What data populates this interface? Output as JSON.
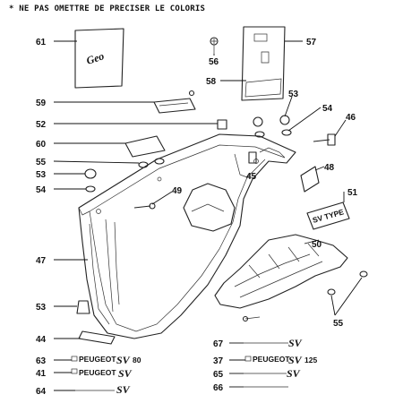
{
  "header": {
    "note": "* NE PAS OMETTRE DE PRECISER LE COLORIS"
  },
  "callouts": {
    "c61": "61",
    "c56": "56",
    "c57": "57",
    "c58": "58",
    "c59": "59",
    "c53a": "53",
    "c54a": "54",
    "c46": "46",
    "c52": "52",
    "c60": "60",
    "c55a": "55",
    "c48": "48",
    "c45": "45",
    "c53b": "53",
    "c54b": "54",
    "c49": "49",
    "c51": "51",
    "c47": "47",
    "c50": "50",
    "c53c": "53",
    "c55b": "55",
    "c44": "44",
    "c67": "67",
    "c63": "63",
    "c37": "37",
    "c41": "41",
    "c65": "65",
    "c64": "64",
    "c66": "66"
  },
  "badges": {
    "peugeot": "PEUGEOT",
    "sv": "SV",
    "sv80": "80",
    "sv125": "125",
    "geo": "Geo",
    "plate": "SV TYPE"
  }
}
